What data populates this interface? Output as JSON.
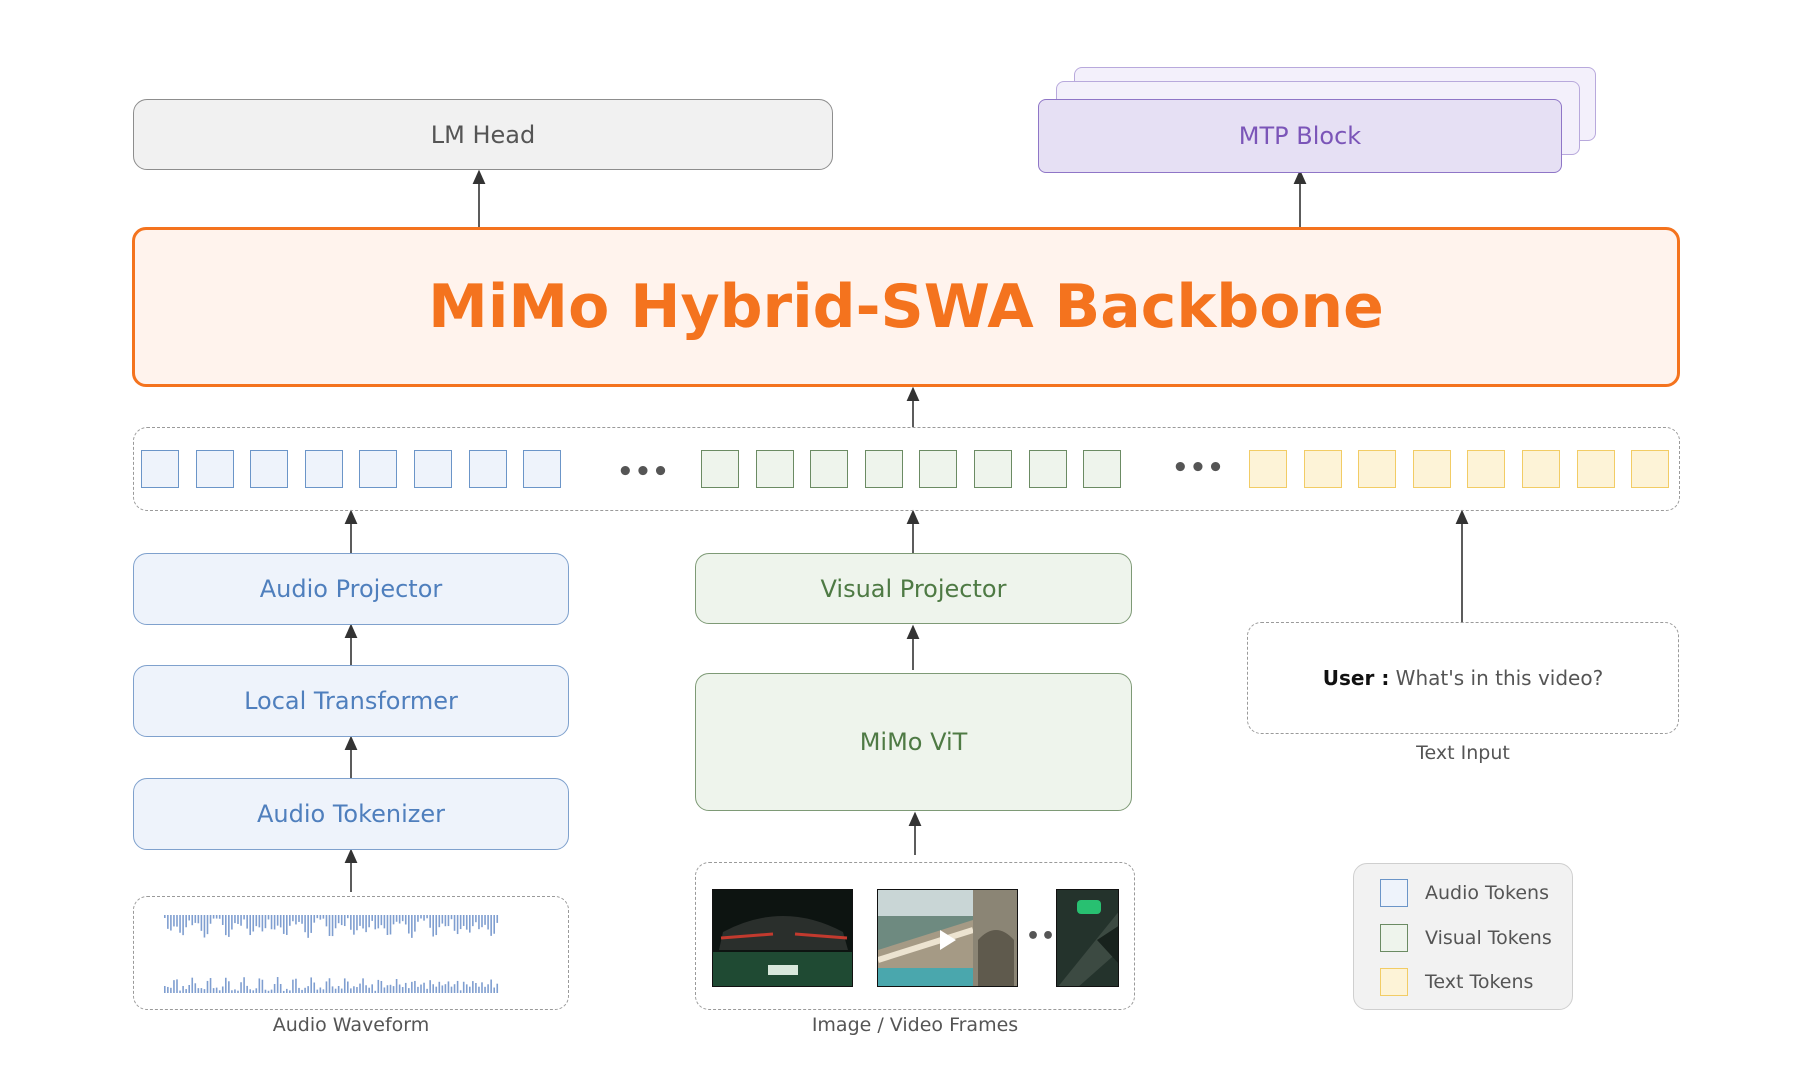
{
  "top": {
    "lm_head": "LM Head",
    "mtp_block": "MTP Block"
  },
  "backbone": {
    "title": "MiMo Hybrid-SWA Backbone"
  },
  "tokens": {
    "audio_count": 8,
    "visual_count": 8,
    "text_count": 8,
    "ellipsis": "•••"
  },
  "audio_branch": {
    "projector": "Audio Projector",
    "local_transformer": "Local Transformer",
    "tokenizer": "Audio Tokenizer",
    "waveform_caption": "Audio Waveform"
  },
  "visual_branch": {
    "projector": "Visual Projector",
    "vit": "MiMo ViT",
    "frames_caption": "Image / Video Frames",
    "frames_ellipsis": "•••"
  },
  "text_branch": {
    "user_label": "User :",
    "user_text": " What's in this video?",
    "caption": "Text Input"
  },
  "legend": {
    "audio": "Audio Tokens",
    "visual": "Visual Tokens",
    "text": "Text Tokens"
  },
  "colors": {
    "audio_border": "#6b95c8",
    "visual_border": "#6b8b63",
    "text_border": "#f2cc65",
    "backbone_accent": "#f4731e",
    "mtp_accent": "#7b55b8"
  }
}
